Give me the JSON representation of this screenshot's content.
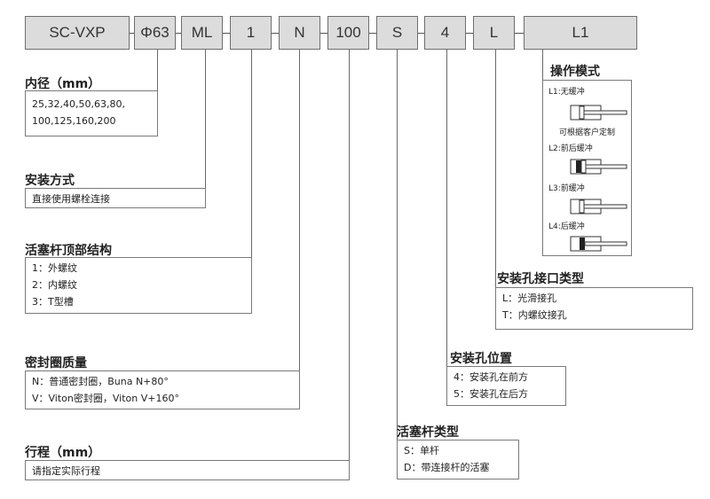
{
  "codes": [
    "SC-VXP",
    "Φ63",
    "ML",
    "1",
    "N",
    "100",
    "S",
    "4",
    "L",
    "L1"
  ],
  "bore": {
    "title": "内径（mm）",
    "values": [
      "25,32,40,50,63,80,",
      "100,125,160,200"
    ]
  },
  "mounting": {
    "title": "安装方式",
    "items": [
      "直接使用螺栓连接"
    ]
  },
  "rod_end": {
    "title": "活塞杆顶部结构",
    "items": [
      "1：外螺纹",
      "2：内螺纹",
      "3：T型槽"
    ]
  },
  "seal": {
    "title": "密封圈质量",
    "items": [
      "N：普通密封圈，Buna N+80°",
      "V：Viton密封圈，Viton V+160°"
    ]
  },
  "stroke": {
    "title": "行程（mm）",
    "items": [
      "请指定实际行程"
    ]
  },
  "rod_type": {
    "title": "活塞杆类型",
    "items": [
      "S：单杆",
      "D：带连接杆的活塞"
    ]
  },
  "hole_position": {
    "title": "安装孔位置",
    "items": [
      "4：安装孔在前方",
      "5：安装孔在后方"
    ]
  },
  "hole_interface": {
    "title": "安装孔接口类型",
    "items": [
      "L：光滑接孔",
      "T：内螺纹接孔"
    ]
  },
  "operation_mode": {
    "title": "操作模式",
    "labels": [
      "L1:无缓冲",
      "可根据客户定制",
      "L2:前后缓冲",
      "L3:前缓冲",
      "L4:后缓冲"
    ]
  }
}
